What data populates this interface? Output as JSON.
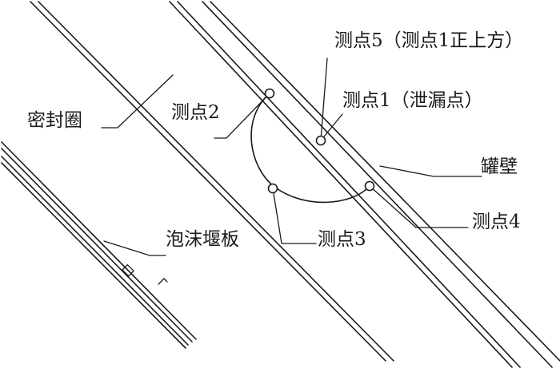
{
  "labels": {
    "seal_ring": "密封圈",
    "foam_dam": "泡沫堰板",
    "tank_wall": "罐壁",
    "point1": "测点1（泄漏点）",
    "point2": "测点2",
    "point3": "测点3",
    "point4": "测点4",
    "point5": "测点5（测点1正上方）"
  }
}
